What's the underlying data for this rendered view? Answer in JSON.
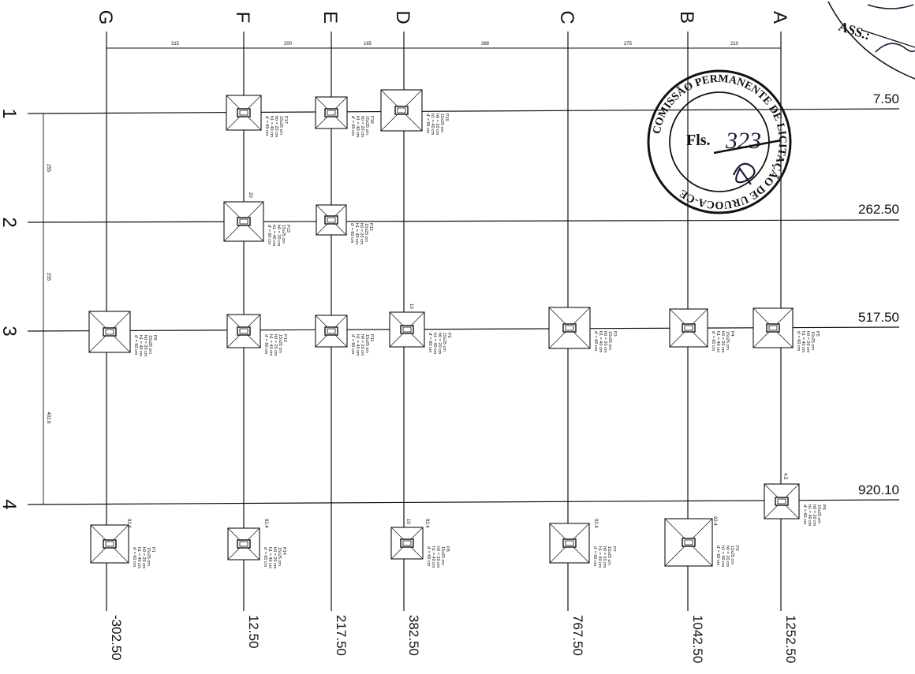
{
  "axes_letters": [
    "G",
    "F",
    "E",
    "D",
    "C",
    "B",
    "A"
  ],
  "axes_numbers": [
    "1",
    "2",
    "3",
    "4"
  ],
  "x_coordinates": [
    "-302.50",
    "12.50",
    "217.50",
    "382.50",
    "767.50",
    "1042.50",
    "1252.50"
  ],
  "y_coordinates": [
    "7.50",
    "262.50",
    "517.50",
    "920.10"
  ],
  "top_dimensions": [
    "315",
    "200",
    "165",
    "388",
    "275",
    "210"
  ],
  "left_dimensions": [
    "255",
    "255",
    "402.6"
  ],
  "footings": [
    {
      "id": "P1",
      "size": "15x25 cm",
      "h0": "h0 = 20 cm",
      "h1": "h1 = 40 cm",
      "d": "d' = 60 cm"
    },
    {
      "id": "P2",
      "size": "15x25 cm",
      "h0": "h0 = 20 cm",
      "h1": "h1 = 40 cm",
      "d": "d' = 60 cm"
    },
    {
      "id": "P3",
      "size": "15x25 cm",
      "h0": "h0 = 20 cm",
      "h1": "h1 = 40 cm",
      "d": "d' = 60 cm"
    },
    {
      "id": "P4",
      "size": "15x25 cm",
      "h0": "h0 = 20 cm",
      "h1": "h1 = 40 cm",
      "d": "d' = 60 cm"
    },
    {
      "id": "P5",
      "size": "15x25 cm",
      "h0": "h0 = 20 cm",
      "h1": "h1 = 40 cm",
      "d": "d' = 60 cm"
    },
    {
      "id": "P6",
      "size": "15x25 cm",
      "h0": "h0 = 20 cm",
      "h1": "h1 = 40 cm",
      "d": "d' = 60 cm"
    },
    {
      "id": "P7",
      "size": "15x25 cm",
      "h0": "h0 = 20 cm",
      "h1": "h1 = 40 cm",
      "d": "d' = 60 cm"
    },
    {
      "id": "P8",
      "size": "15x25 cm",
      "h0": "h0 = 20 cm",
      "h1": "h1 = 40 cm",
      "d": "d' = 60 cm"
    },
    {
      "id": "P9",
      "size": "15x25 cm",
      "h0": "h0 = 20 cm",
      "h1": "h1 = 40 cm",
      "d": "d' = 60 cm"
    },
    {
      "id": "P10",
      "size": "15x25 cm",
      "h0": "h0 = 20 cm",
      "h1": "h1 = 40 cm",
      "d": "d' = 60 cm"
    },
    {
      "id": "P11",
      "size": "15x25 cm",
      "h0": "h0 = 20 cm",
      "h1": "h1 = 40 cm",
      "d": "d' = 60 cm"
    },
    {
      "id": "P12",
      "size": "15x25 cm",
      "h0": "h0 = 20 cm",
      "h1": "h1 = 40 cm",
      "d": "d' = 60 cm"
    },
    {
      "id": "P13",
      "size": "15x25 cm",
      "h0": "h0 = 20 cm",
      "h1": "h1 = 40 cm",
      "d": "d' = 60 cm"
    },
    {
      "id": "P14",
      "size": "15x25 cm",
      "h0": "h0 = 20 cm",
      "h1": "h1 = 40 cm",
      "d": "d' = 60 cm"
    },
    {
      "id": "P15",
      "size": "15x25 cm",
      "h0": "h0 = 20 cm",
      "h1": "h1 = 40 cm",
      "d": "d' = 60 cm"
    },
    {
      "id": "P16",
      "size": "15x25 cm",
      "h0": "h0 = 20 cm",
      "h1": "h1 = 40 cm",
      "d": "d' = 60 cm"
    },
    {
      "id": "P17",
      "size": "15x25 cm",
      "h0": "h0 = 20 cm",
      "h1": "h1 = 40 cm",
      "d": "d' = 60 cm"
    }
  ],
  "offset_labels": {
    "small_a": "92.4",
    "small_b": "10",
    "small_c": "20",
    "small_d": "4.5"
  },
  "stamp": {
    "ring_text": "COMISSÃO PERMANENTE DE LICITAÇÃO DE URUOCA-CE",
    "fls_label": "Fls.",
    "fls_number": "323",
    "ass_label": "ASS.:"
  }
}
